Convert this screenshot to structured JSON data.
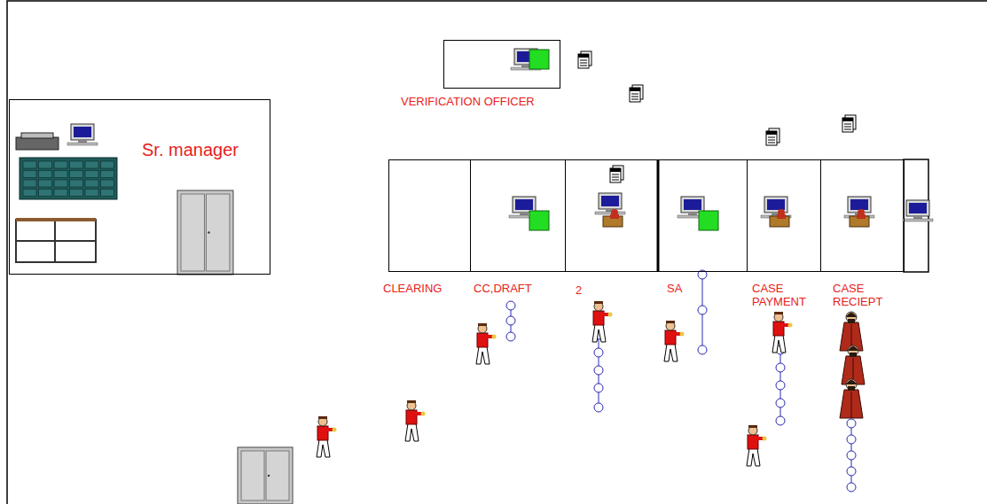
{
  "diagram": {
    "nodes": [
      {
        "text": [
          "Sr. manager"
        ]
      },
      {
        "text": [
          "VERIFICATION OFFICER"
        ]
      },
      {
        "text": [
          "CLEARING"
        ]
      },
      {
        "text": [
          "CC,DRAFT"
        ]
      },
      {
        "text": [
          "2"
        ]
      },
      {
        "text": [
          "SA"
        ]
      },
      {
        "text": [
          "CASE PAYMENT"
        ]
      },
      {
        "text": [
          "CASE RECIEPT"
        ]
      }
    ]
  }
}
